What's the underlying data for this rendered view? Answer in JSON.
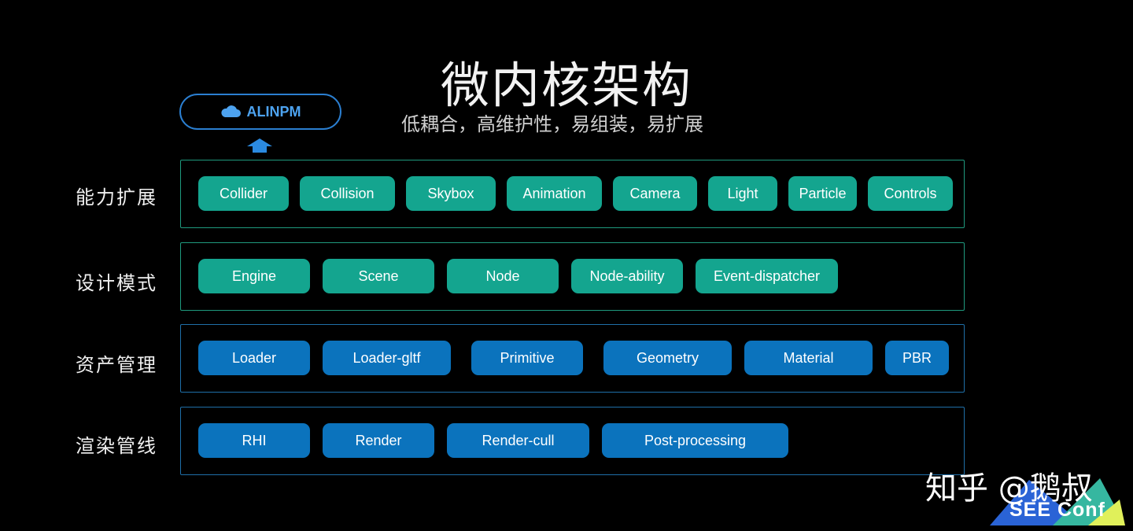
{
  "header": {
    "title": "微内核架构",
    "subtitle": "低耦合，高维护性，易组装，易扩展"
  },
  "npm": {
    "label": "ALINPM",
    "icon": "cloud-icon",
    "arrow_icon": "up-arrow-icon",
    "color": "#2b7fd1"
  },
  "rows": [
    {
      "label": "能力扩展",
      "color": "#14a58f",
      "chips": [
        "Collider",
        "Collision",
        "Skybox",
        "Animation",
        "Camera",
        "Light",
        "Particle",
        "Controls"
      ]
    },
    {
      "label": "设计模式",
      "color": "#14a58f",
      "chips": [
        "Engine",
        "Scene",
        "Node",
        "Node-ability",
        "Event-dispatcher"
      ]
    },
    {
      "label": "资产管理",
      "color": "#0b73bd",
      "chips": [
        "Loader",
        "Loader-gltf",
        "Primitive",
        "Geometry",
        "Material",
        "PBR"
      ]
    },
    {
      "label": "渲染管线",
      "color": "#0b73bd",
      "chips": [
        "RHI",
        "Render",
        "Render-cull",
        "Post-processing"
      ]
    }
  ],
  "watermark": {
    "text": "知乎 @鹅叔",
    "logo_text": "SEE Conf"
  }
}
